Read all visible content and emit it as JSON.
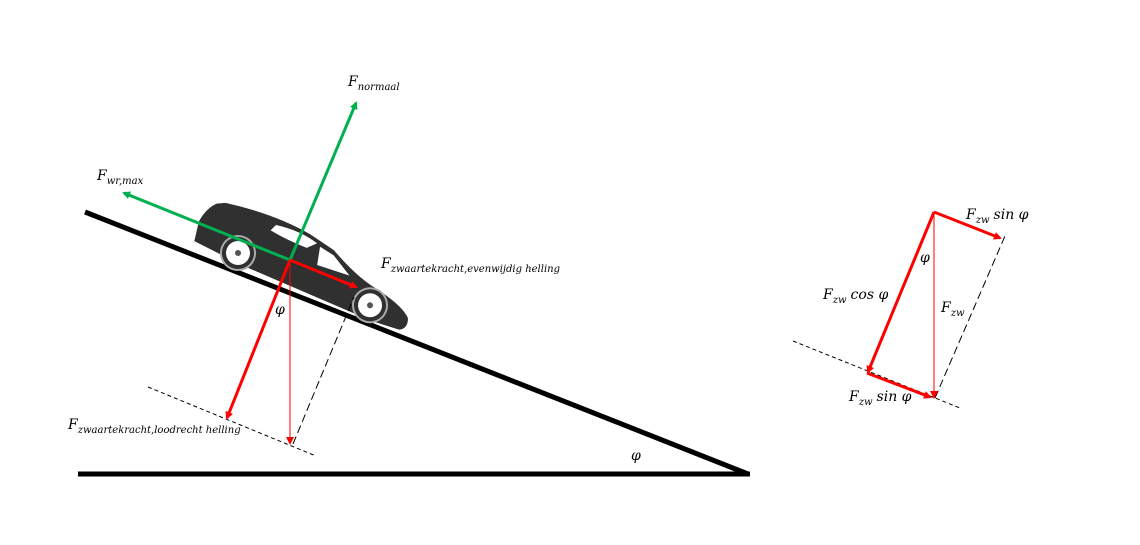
{
  "colors": {
    "gravity": "#ff0000",
    "support": "#00b050",
    "slope": "#000000",
    "car": "#303030"
  },
  "left": {
    "normal": {
      "main": "F",
      "sub": "normaal"
    },
    "friction": {
      "main": "F",
      "sub": "wr,max"
    },
    "parallel": {
      "main": "F",
      "sub": "zwaartekracht,evenwijdig helling"
    },
    "perpendicular": {
      "main": "F",
      "sub": "zwaartekracht,loodrecht helling"
    },
    "angle_car": "φ",
    "angle_slope": "φ"
  },
  "right": {
    "top_sin": {
      "main": "F",
      "sub": "zw",
      "fn": "sin φ"
    },
    "angle": "φ",
    "weight": {
      "main": "F",
      "sub": "zw"
    },
    "cos": {
      "main": "F",
      "sub": "zw",
      "fn": "cos φ"
    },
    "bottom_sin": {
      "main": "F",
      "sub": "zw",
      "fn": "sin φ"
    }
  }
}
